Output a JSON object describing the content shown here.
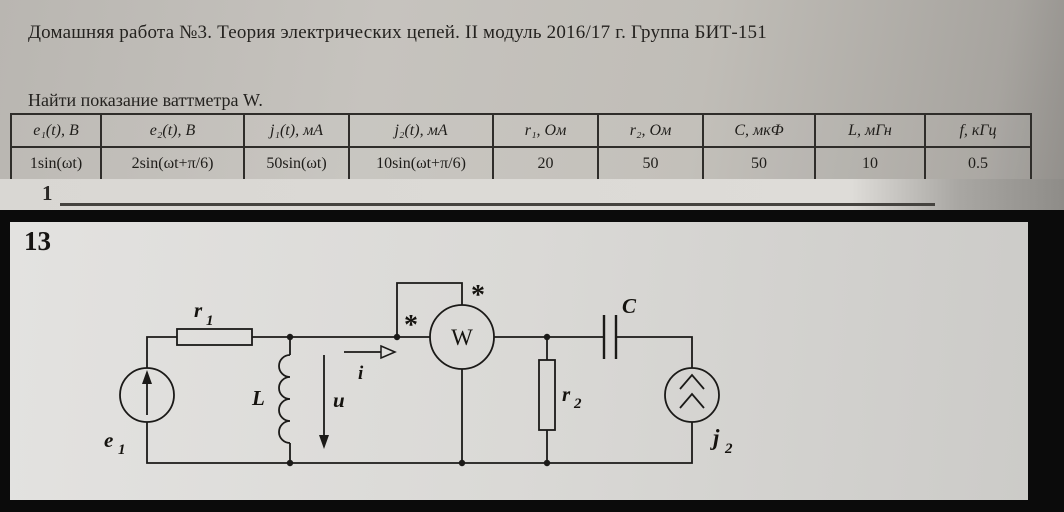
{
  "document": {
    "title": "Домашняя работа №3. Теория электрических цепей. II модуль 2016/17 г. Группа БИТ-151",
    "task": "Найти показание ваттметра W.",
    "next_item_number": "1"
  },
  "table": {
    "headers": [
      "e₁(t), В",
      "e₂(t), В",
      "j₁(t), мА",
      "j₂(t), мА",
      "r₁, Ом",
      "r₂, Ом",
      "C, мкФ",
      "L, мГн",
      "f, кГц"
    ],
    "values": [
      "1sin(ωt)",
      "2sin(ωt+π/6)",
      "50sin(ωt)",
      "10sin(ωt+π/6)",
      "20",
      "50",
      "50",
      "10",
      "0.5"
    ]
  },
  "figure": {
    "number": "13",
    "labels": {
      "source_base": "e",
      "source_sub": "1",
      "r1_base": "r",
      "r1_sub": "1",
      "inductor": "L",
      "voltage_u": "u",
      "current_i": "i",
      "wattmeter": "W",
      "polarity_mark": "*",
      "r2_base": "r",
      "r2_sub": "2",
      "capacitor": "C",
      "j2_base": "j",
      "j2_sub": "2"
    }
  }
}
